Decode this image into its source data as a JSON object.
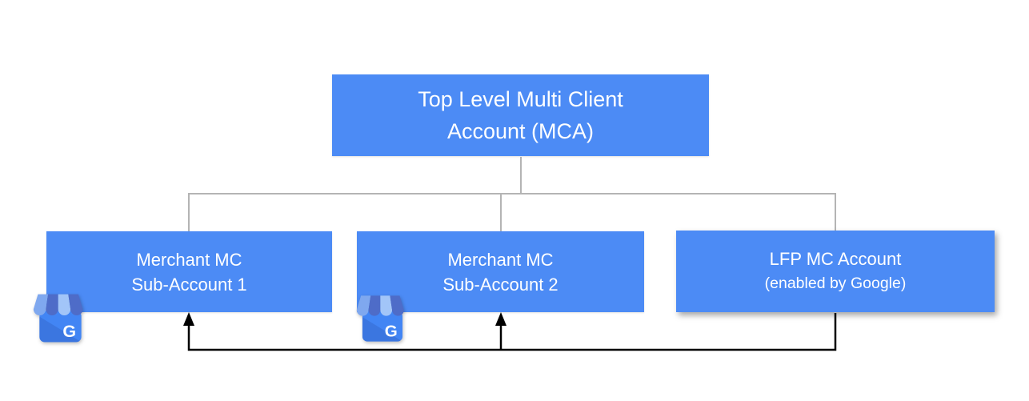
{
  "colors": {
    "node-blue": "#4c8bf5",
    "node-text": "#ffffff",
    "connector-gray": "#b4b4b4",
    "connector-black": "#000000",
    "awning-dark": "#4e6cc8",
    "awning-light": "#7fa8ef",
    "awning-lighter": "#a2c5f8",
    "store-body": "#4285f4",
    "store-body-shade": "#3b76e0"
  },
  "diagram": {
    "root": {
      "line1": "Top Level Multi Client",
      "line2": "Account (MCA)"
    },
    "children": [
      {
        "line1": "Merchant MC",
        "line2": "Sub-Account 1"
      },
      {
        "line1": "Merchant MC",
        "line2": "Sub-Account 2"
      },
      {
        "line1": "LFP MC Account",
        "line2": "(enabled by Google)"
      }
    ],
    "icons": [
      {
        "name": "google-business-profile-icon",
        "letter": "G"
      },
      {
        "name": "google-business-profile-icon",
        "letter": "G"
      }
    ]
  }
}
